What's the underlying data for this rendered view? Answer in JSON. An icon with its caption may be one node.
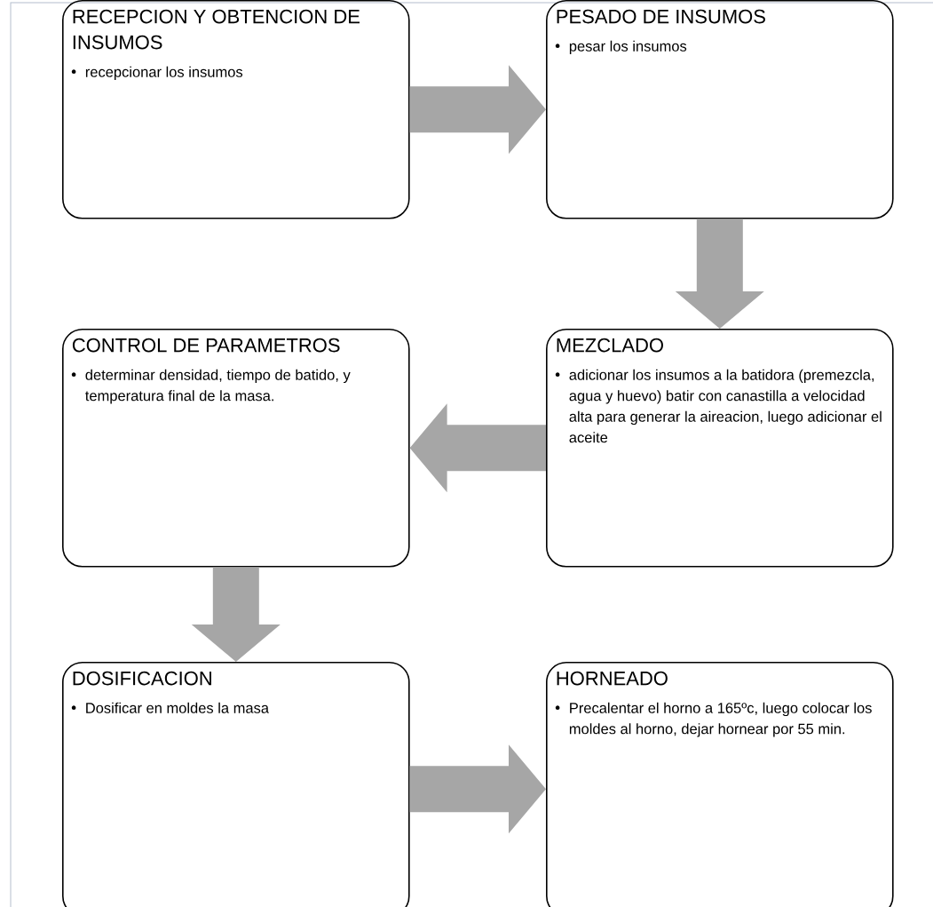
{
  "diagram": {
    "nodes": [
      {
        "text": [
          "RECEPCION Y OBTENCION DE INSUMOS",
          "recepcionar los insumos"
        ]
      },
      {
        "text": [
          "PESADO DE INSUMOS",
          "pesar los insumos"
        ]
      },
      {
        "text": [
          "MEZCLADO",
          "adicionar los insumos a la batidora (premezcla, agua y huevo) batir con canastilla a velocidad alta para generar la aireacion, luego adicionar el aceite"
        ]
      },
      {
        "text": [
          "CONTROL DE PARAMETROS",
          "determinar densidad, tiempo de batido, y temperatura final de la masa."
        ]
      },
      {
        "text": [
          "DOSIFICACION",
          "Dosificar en moldes la masa"
        ]
      },
      {
        "text": [
          "HORNEADO",
          "Precalentar el horno a 165ºc, luego colocar los moldes al horno, dejar hornear por 55 min."
        ]
      }
    ],
    "edges": [
      {
        "from": 0,
        "to": 1,
        "arrow": "to"
      },
      {
        "from": 1,
        "to": 2,
        "arrow": "to"
      },
      {
        "from": 2,
        "to": 3,
        "arrow": "to"
      },
      {
        "from": 3,
        "to": 4,
        "arrow": "to"
      },
      {
        "from": 4,
        "to": 5,
        "arrow": "to"
      }
    ]
  }
}
